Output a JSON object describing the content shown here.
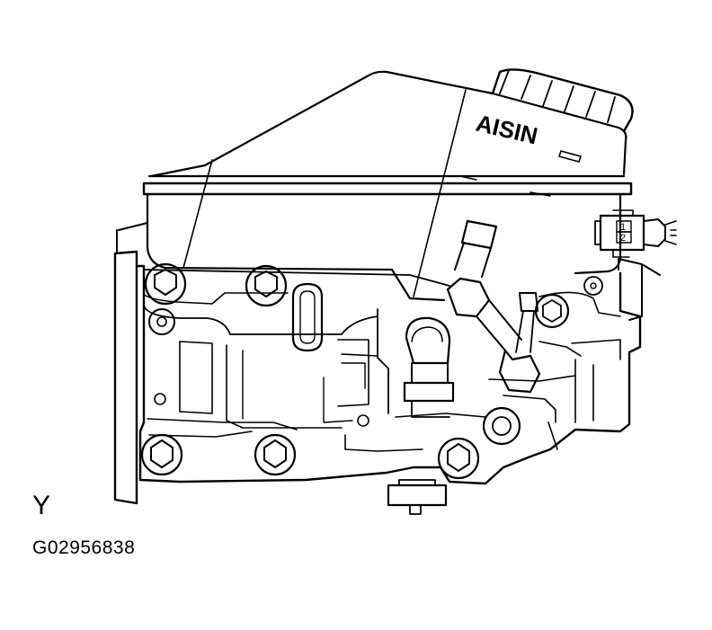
{
  "diagram": {
    "brand_text": "AISIN",
    "connector_pins": [
      "1",
      "2"
    ],
    "view_label": "Y",
    "figure_code": "G02956838"
  },
  "colors": {
    "line": "#000000",
    "background": "#ffffff"
  }
}
